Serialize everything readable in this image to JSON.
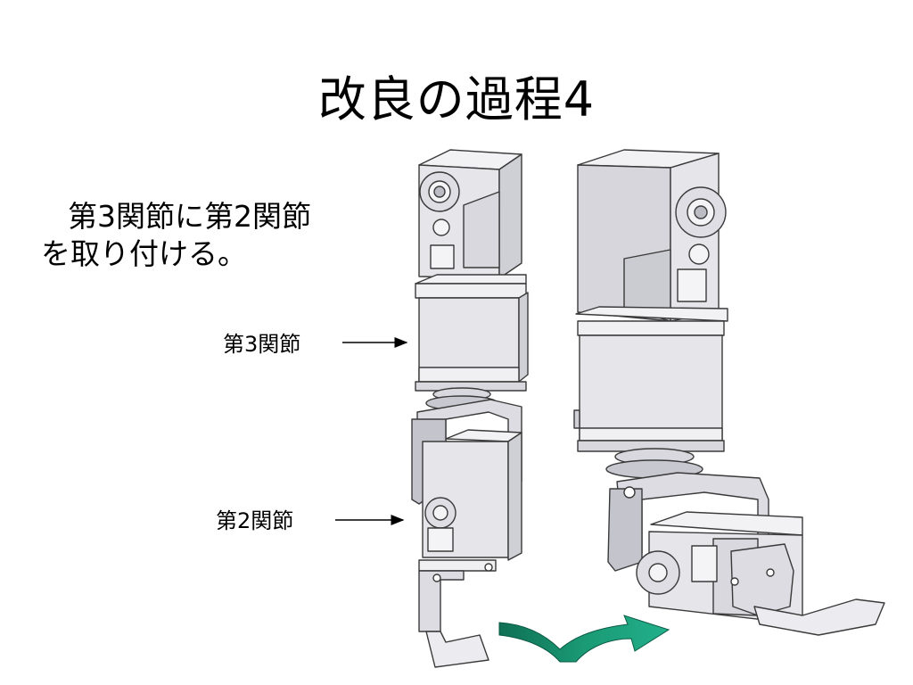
{
  "slide": {
    "title": "改良の過程4",
    "body_line1": "第3関節に第2関節",
    "body_line2": "を取り付ける。"
  },
  "labels": {
    "joint3": "第3関節",
    "joint2": "第2関節"
  },
  "colors": {
    "servo_fill": "#e6e6ea",
    "servo_stroke": "#3a3a3a",
    "arrow_fill": "#1a9a75",
    "arrow_dark": "#0f6f55"
  }
}
